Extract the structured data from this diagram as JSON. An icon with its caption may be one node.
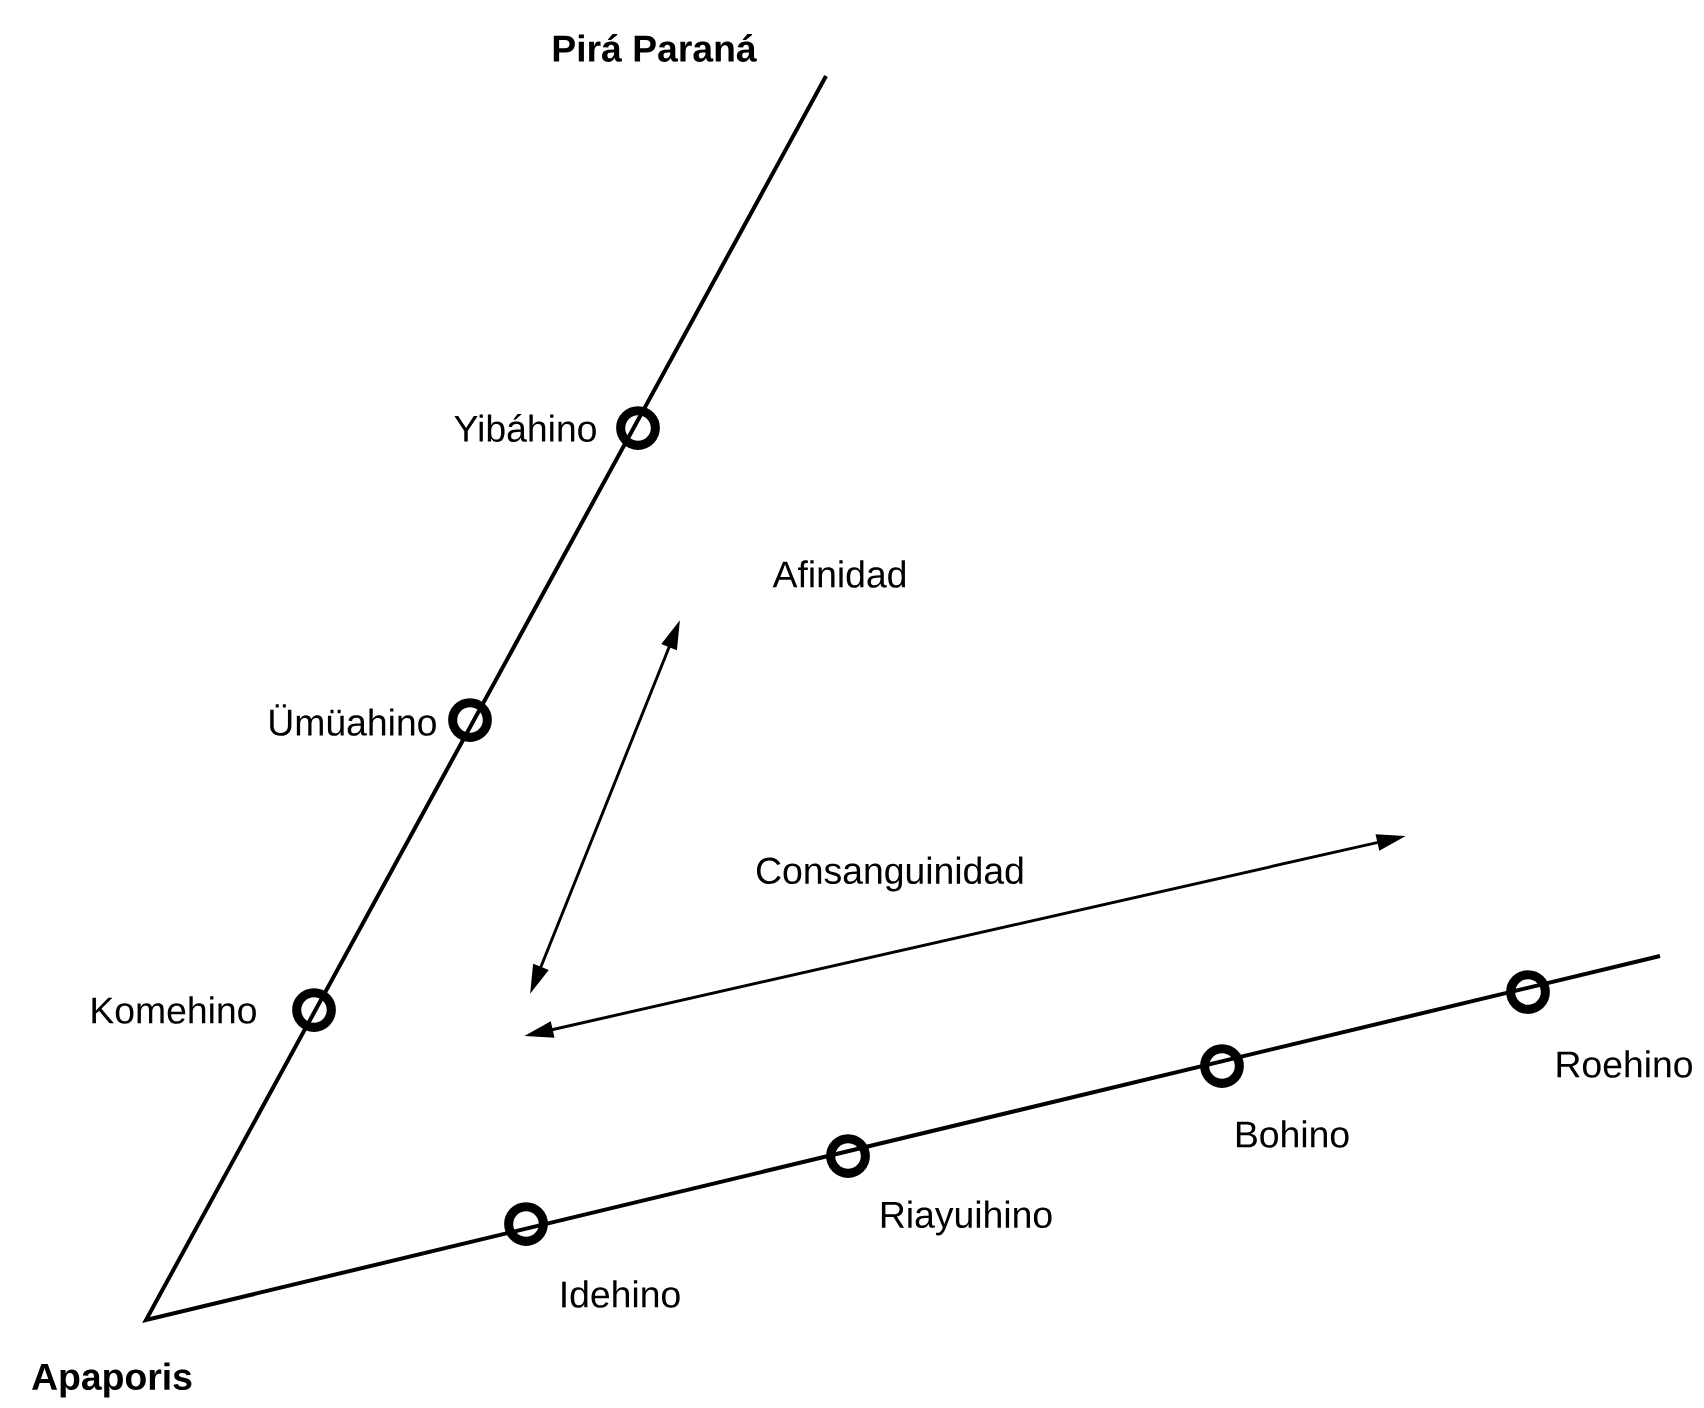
{
  "diagram": {
    "nodes": [
      {
        "text": [],
        "shape": "circle",
        "beside": [
          "Yibáhino"
        ]
      },
      {
        "text": [],
        "shape": "circle",
        "beside": [
          "Ümüahino"
        ]
      },
      {
        "text": [],
        "shape": "circle",
        "beside": [
          "Komehino"
        ]
      },
      {
        "text": [],
        "shape": "circle",
        "beside": [
          "Idehino"
        ]
      },
      {
        "text": [],
        "shape": "circle",
        "beside": [
          "Riayuihino"
        ]
      },
      {
        "text": [],
        "shape": "circle",
        "beside": [
          "Bohino"
        ]
      },
      {
        "text": [],
        "shape": "circle",
        "beside": [
          "Roehino"
        ]
      }
    ],
    "labels": [
      "Pirá Paraná",
      "Afinidad",
      "Consanguinidad",
      "Apaporis"
    ]
  }
}
